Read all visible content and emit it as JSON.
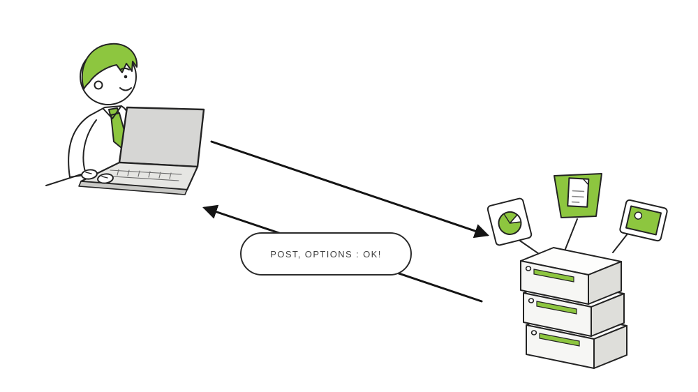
{
  "bubble": {
    "label": "POST, OPTIONS : OK!"
  },
  "icons": {
    "client": "person-at-laptop-icon",
    "server": "server-stack-icon",
    "documents": [
      "pie-chart-document-icon",
      "text-document-icon",
      "image-document-icon"
    ],
    "arrows": [
      "request-arrow",
      "response-arrow"
    ]
  },
  "colors": {
    "accent_green": "#8DC63F",
    "outline": "#232323",
    "laptop_gray": "#D6D6D4"
  }
}
